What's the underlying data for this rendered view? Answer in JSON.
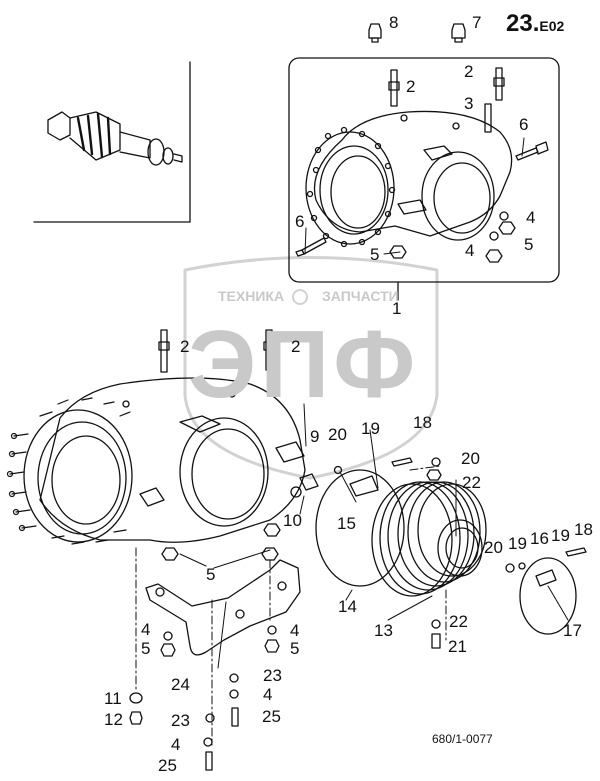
{
  "header": {
    "page_number": "23.",
    "page_suffix": "E02"
  },
  "footer": {
    "drawing_ref": "680/1-0077"
  },
  "watermark": {
    "line1_left": "ТЕХНИКА",
    "line1_right": "ЗАПЧАСТИ",
    "logo": "ЭПФ"
  },
  "callouts": [
    {
      "id": "c8",
      "text": "8"
    },
    {
      "id": "c7",
      "text": "7"
    },
    {
      "id": "c2a",
      "text": "2"
    },
    {
      "id": "c2b",
      "text": "2"
    },
    {
      "id": "c3",
      "text": "3"
    },
    {
      "id": "c6a",
      "text": "6"
    },
    {
      "id": "c6b",
      "text": "6"
    },
    {
      "id": "c4a",
      "text": "4"
    },
    {
      "id": "c5a",
      "text": "5"
    },
    {
      "id": "c4b",
      "text": "4"
    },
    {
      "id": "c5b",
      "text": "5"
    },
    {
      "id": "c1",
      "text": "1"
    },
    {
      "id": "c2c",
      "text": "2"
    },
    {
      "id": "c2d",
      "text": "2"
    },
    {
      "id": "c9",
      "text": "9"
    },
    {
      "id": "c20a",
      "text": "20"
    },
    {
      "id": "c19a",
      "text": "19"
    },
    {
      "id": "c18a",
      "text": "18"
    },
    {
      "id": "c20b",
      "text": "20"
    },
    {
      "id": "c22a",
      "text": "22"
    },
    {
      "id": "c15",
      "text": "15"
    },
    {
      "id": "c10",
      "text": "10"
    },
    {
      "id": "c5c",
      "text": "5"
    },
    {
      "id": "c14",
      "text": "14"
    },
    {
      "id": "c13",
      "text": "13"
    },
    {
      "id": "c20c",
      "text": "20"
    },
    {
      "id": "c19b",
      "text": "19"
    },
    {
      "id": "c16",
      "text": "16"
    },
    {
      "id": "c19c",
      "text": "19"
    },
    {
      "id": "c18b",
      "text": "18"
    },
    {
      "id": "c22b",
      "text": "22"
    },
    {
      "id": "c21",
      "text": "21"
    },
    {
      "id": "c17",
      "text": "17"
    },
    {
      "id": "c4c",
      "text": "4"
    },
    {
      "id": "c5d",
      "text": "5"
    },
    {
      "id": "c4d",
      "text": "4"
    },
    {
      "id": "c5e",
      "text": "5"
    },
    {
      "id": "c24",
      "text": "24"
    },
    {
      "id": "c23a",
      "text": "23"
    },
    {
      "id": "c4e",
      "text": "4"
    },
    {
      "id": "c11",
      "text": "11"
    },
    {
      "id": "c12",
      "text": "12"
    },
    {
      "id": "c23b",
      "text": "23"
    },
    {
      "id": "c25a",
      "text": "25"
    },
    {
      "id": "c4f",
      "text": "4"
    },
    {
      "id": "c25b",
      "text": "25"
    }
  ]
}
